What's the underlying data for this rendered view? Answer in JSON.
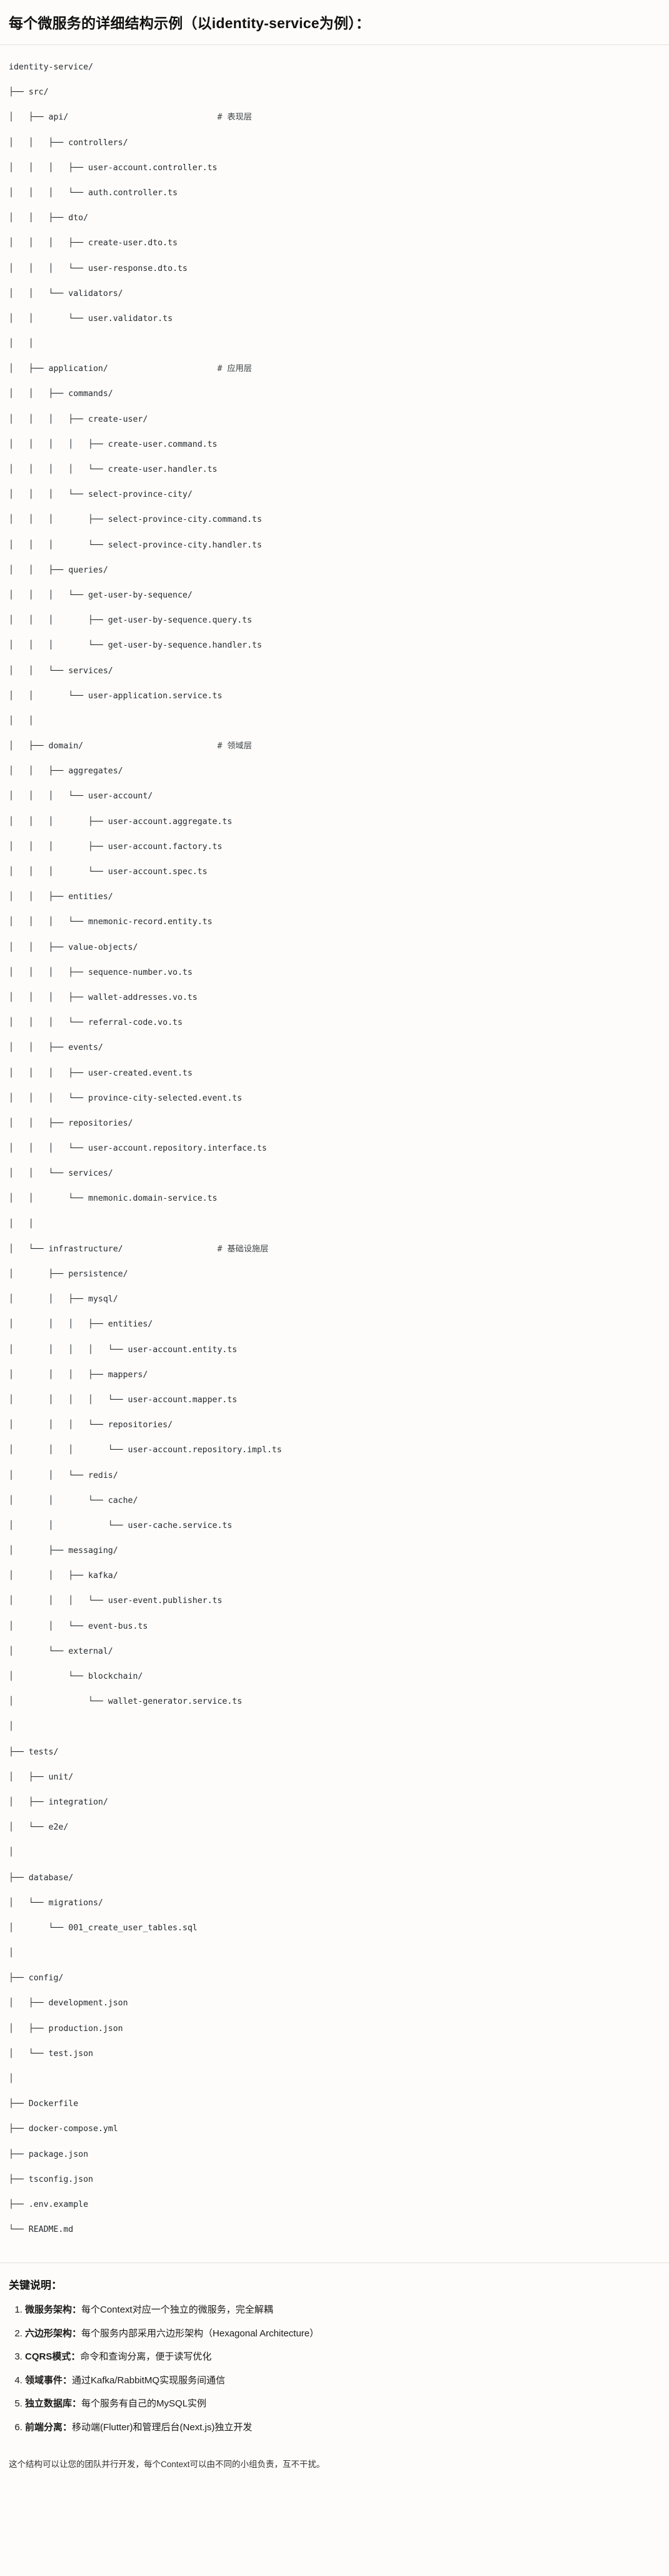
{
  "header": {
    "title": "每个微服务的详细结构示例（以identity-service为例）："
  },
  "tree": {
    "lines": [
      "identity-service/",
      "├── src/",
      "│   ├── api/                              # 表现层",
      "│   │   ├── controllers/",
      "│   │   │   ├── user-account.controller.ts",
      "│   │   │   └── auth.controller.ts",
      "│   │   ├── dto/",
      "│   │   │   ├── create-user.dto.ts",
      "│   │   │   └── user-response.dto.ts",
      "│   │   └── validators/",
      "│   │       └── user.validator.ts",
      "│   │",
      "│   ├── application/                      # 应用层",
      "│   │   ├── commands/",
      "│   │   │   ├── create-user/",
      "│   │   │   │   ├── create-user.command.ts",
      "│   │   │   │   └── create-user.handler.ts",
      "│   │   │   └── select-province-city/",
      "│   │   │       ├── select-province-city.command.ts",
      "│   │   │       └── select-province-city.handler.ts",
      "│   │   ├── queries/",
      "│   │   │   └── get-user-by-sequence/",
      "│   │   │       ├── get-user-by-sequence.query.ts",
      "│   │   │       └── get-user-by-sequence.handler.ts",
      "│   │   └── services/",
      "│   │       └── user-application.service.ts",
      "│   │",
      "│   ├── domain/                           # 领域层",
      "│   │   ├── aggregates/",
      "│   │   │   └── user-account/",
      "│   │   │       ├── user-account.aggregate.ts",
      "│   │   │       ├── user-account.factory.ts",
      "│   │   │       └── user-account.spec.ts",
      "│   │   ├── entities/",
      "│   │   │   └── mnemonic-record.entity.ts",
      "│   │   ├── value-objects/",
      "│   │   │   ├── sequence-number.vo.ts",
      "│   │   │   ├── wallet-addresses.vo.ts",
      "│   │   │   └── referral-code.vo.ts",
      "│   │   ├── events/",
      "│   │   │   ├── user-created.event.ts",
      "│   │   │   └── province-city-selected.event.ts",
      "│   │   ├── repositories/",
      "│   │   │   └── user-account.repository.interface.ts",
      "│   │   └── services/",
      "│   │       └── mnemonic.domain-service.ts",
      "│   │",
      "│   └── infrastructure/                   # 基础设施层",
      "│       ├── persistence/",
      "│       │   ├── mysql/",
      "│       │   │   ├── entities/",
      "│       │   │   │   └── user-account.entity.ts",
      "│       │   │   ├── mappers/",
      "│       │   │   │   └── user-account.mapper.ts",
      "│       │   │   └── repositories/",
      "│       │   │       └── user-account.repository.impl.ts",
      "│       │   └── redis/",
      "│       │       └── cache/",
      "│       │           └── user-cache.service.ts",
      "│       ├── messaging/",
      "│       │   ├── kafka/",
      "│       │   │   └── user-event.publisher.ts",
      "│       │   └── event-bus.ts",
      "│       └── external/",
      "│           └── blockchain/",
      "│               └── wallet-generator.service.ts",
      "│",
      "├── tests/",
      "│   ├── unit/",
      "│   ├── integration/",
      "│   └── e2e/",
      "│",
      "├── database/",
      "│   └── migrations/",
      "│       └── 001_create_user_tables.sql",
      "│",
      "├── config/",
      "│   ├── development.json",
      "│   ├── production.json",
      "│   └── test.json",
      "│",
      "├── Dockerfile",
      "├── docker-compose.yml",
      "├── package.json",
      "├── tsconfig.json",
      "├── .env.example",
      "└── README.md"
    ]
  },
  "notes": {
    "title": "关键说明：",
    "items": [
      {
        "term": "微服务架构",
        "sep": "：",
        "text": "每个Context对应一个独立的微服务，完全解耦"
      },
      {
        "term": "六边形架构",
        "sep": "：",
        "text": "每个服务内部采用六边形架构（Hexagonal Architecture）"
      },
      {
        "term": "CQRS模式",
        "sep": "：",
        "text": "命令和查询分离，便于读写优化"
      },
      {
        "term": "领域事件",
        "sep": "：",
        "text": "通过Kafka/RabbitMQ实现服务间通信"
      },
      {
        "term": "独立数据库",
        "sep": "：",
        "text": "每个服务有自己的MySQL实例"
      },
      {
        "term": "前端分离",
        "sep": "：",
        "text": "移动端(Flutter)和管理后台(Next.js)独立开发"
      }
    ]
  },
  "footer": {
    "text": "这个结构可以让您的团队并行开发，每个Context可以由不同的小组负责，互不干扰。"
  }
}
